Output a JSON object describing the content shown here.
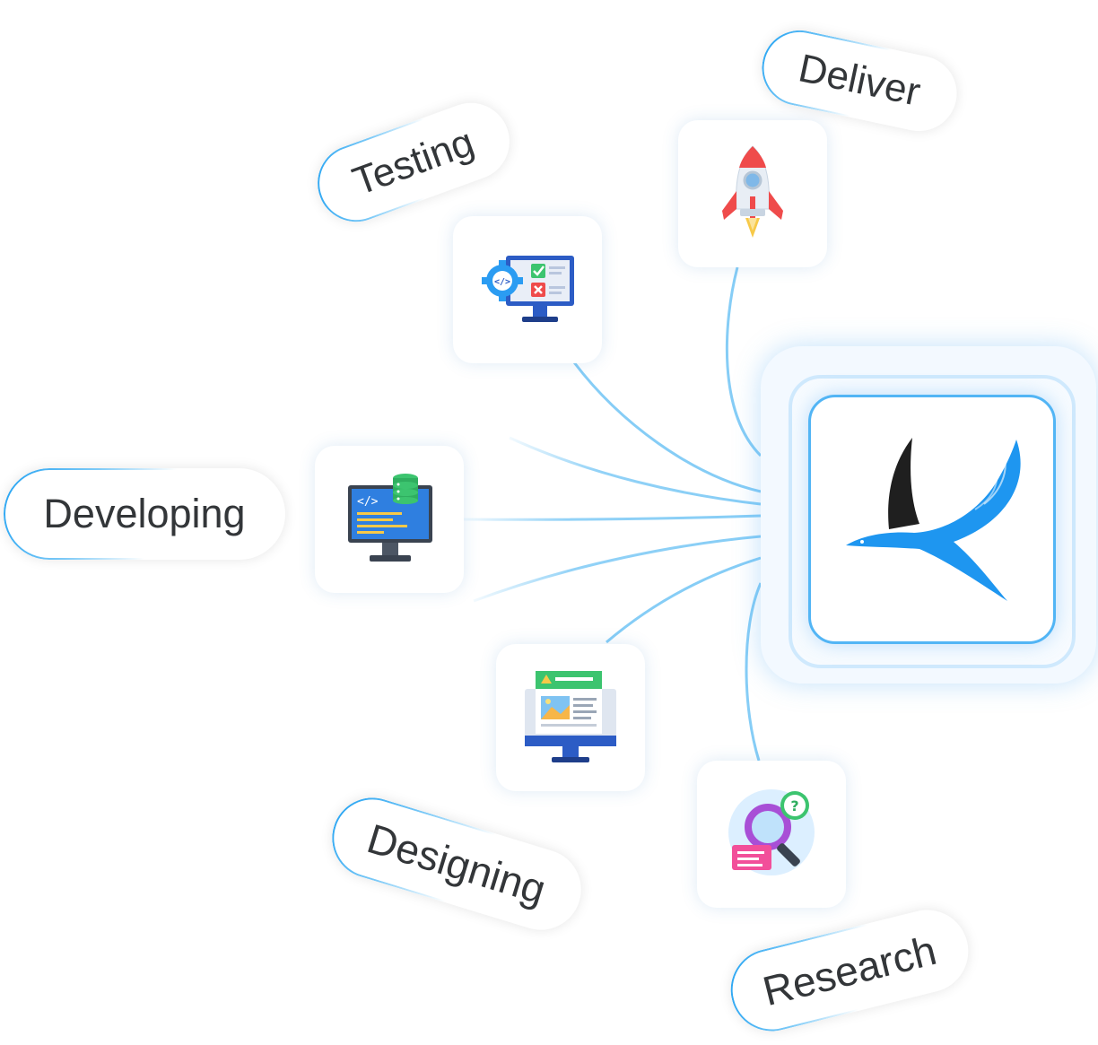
{
  "labels": {
    "deliver": "Deliver",
    "testing": "Testing",
    "developing": "Developing",
    "designing": "Designing",
    "research": "Research"
  },
  "icons": {
    "deliver": "rocket-icon",
    "testing": "code-test-monitor-icon",
    "developing": "code-database-monitor-icon",
    "designing": "web-design-monitor-icon",
    "research": "research-magnifier-icon",
    "hub": "bird-logo-icon"
  },
  "colors": {
    "accent": "#22a2f2",
    "connector": "#86cdf6",
    "text": "#333639",
    "logo_blue": "#1e96f0",
    "logo_dark": "#1f1f1f"
  }
}
